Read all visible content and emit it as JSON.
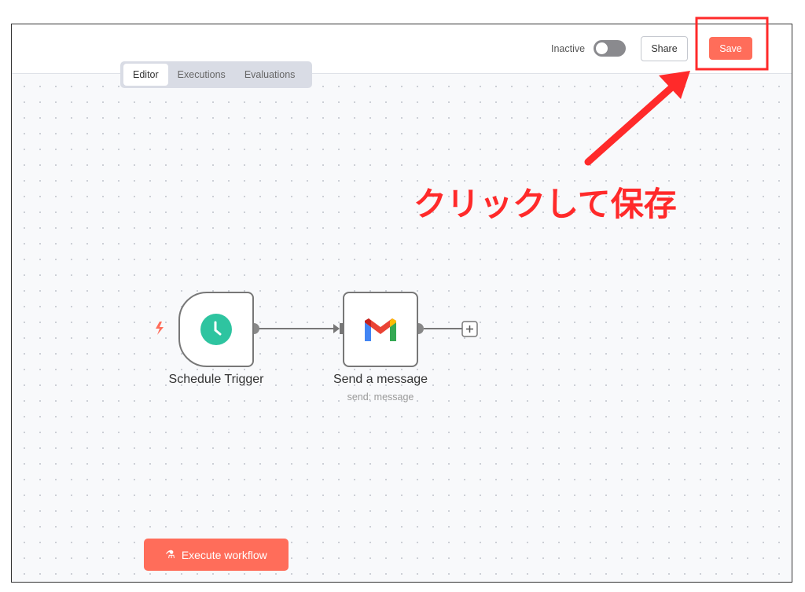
{
  "header": {
    "tabs": [
      {
        "label": "Editor",
        "active": true
      },
      {
        "label": "Executions"
      },
      {
        "label": "Evaluations"
      }
    ],
    "status_label": "Inactive",
    "active": false,
    "share_label": "Share",
    "save_label": "Save"
  },
  "nodes": [
    {
      "title": "Schedule Trigger",
      "icon": "clock-icon"
    },
    {
      "title": "Send a message",
      "subtitle": "send: message",
      "icon": "gmail-icon"
    }
  ],
  "execute_label": "Execute workflow",
  "annotation": {
    "text": "クリックして保存",
    "color": "#ff2a2a"
  },
  "colors": {
    "accent": "#ff6d5a",
    "trigger": "#2ec4a0"
  }
}
